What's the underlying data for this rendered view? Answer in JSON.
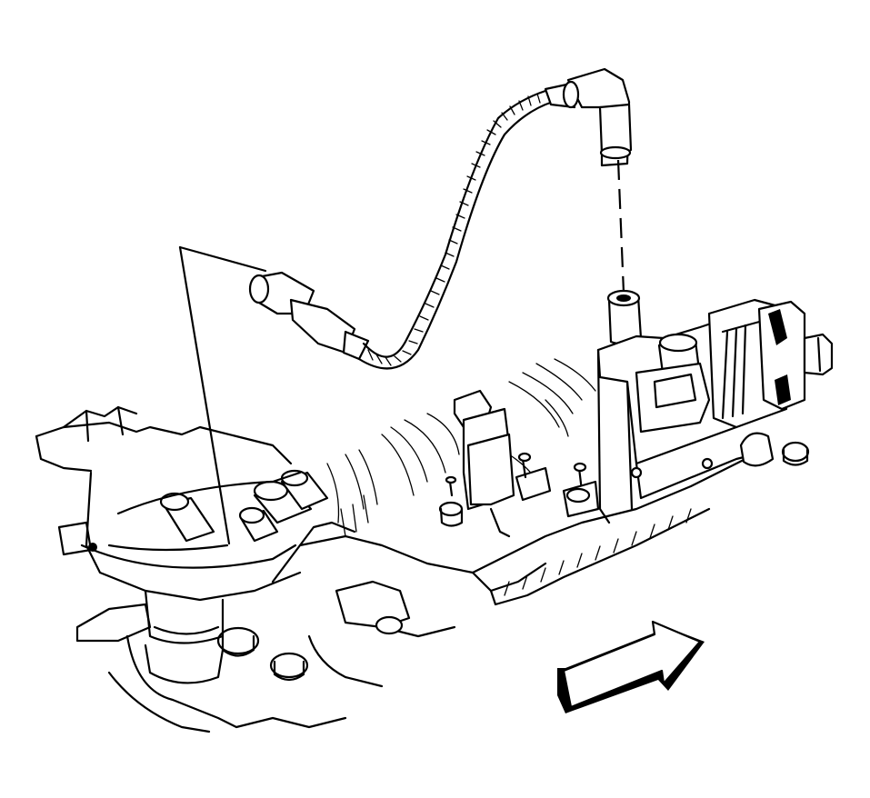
{
  "diagram": {
    "kind": "line-art illustration",
    "subject": [
      "spark-plug-wire",
      "ignition-coil",
      "distributor-cap",
      "intake-manifold",
      "direction-arrow"
    ],
    "colors": {
      "line": "#000000",
      "background": "#ffffff"
    },
    "labels": []
  }
}
